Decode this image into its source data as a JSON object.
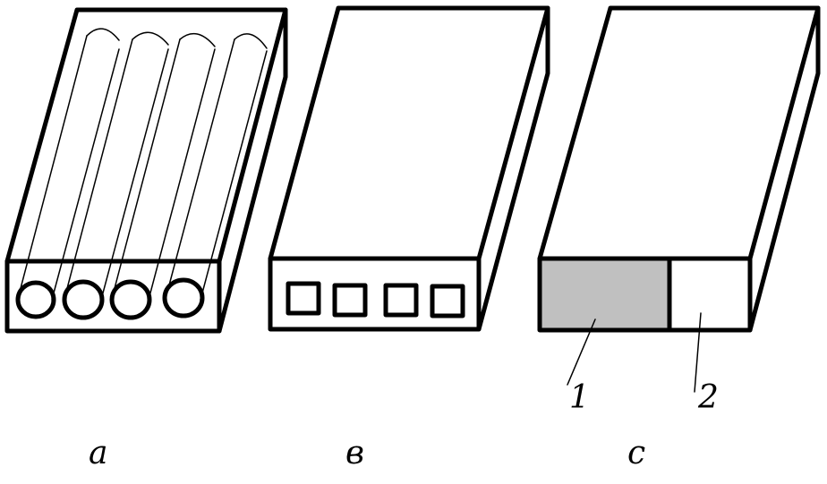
{
  "panels": [
    {
      "caption": "a"
    },
    {
      "caption": "в"
    },
    {
      "caption": "c"
    }
  ],
  "callouts": [
    "1",
    "2"
  ],
  "colors": {
    "line": "#000000",
    "fill_part_1": "#c0c0c0",
    "background": "#ffffff"
  }
}
